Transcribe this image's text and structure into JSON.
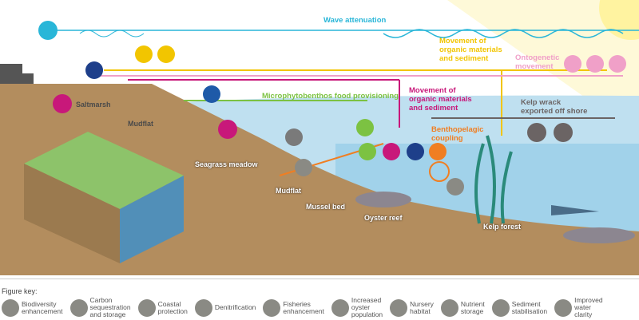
{
  "flows": {
    "wave": "Wave attenuation",
    "organic_yellow": "Movement of\norganic materials\nand sediment",
    "ontogenetic": "Ontogenetic\nmovement",
    "microphyto": "Microphytobenthos food provisioning",
    "organic_magenta": "Movement of\norganic materials\nand sediment",
    "kelp_wrack": "Kelp wrack\nexported off shore",
    "benthopelagic": "Benthopelagic\ncoupling"
  },
  "habitats": {
    "saltmarsh": "Saltmarsh",
    "mudflat1": "Mudflat",
    "seagrass": "Seagrass meadow",
    "mudflat2": "Mudflat",
    "mussel": "Mussel bed",
    "oyster": "Oyster reef",
    "kelp": "Kelp forest"
  },
  "colors": {
    "wave": "#29b6d8",
    "yellow": "#f2c500",
    "pink": "#f0a0c8",
    "green": "#7cc242",
    "magenta": "#c8187a",
    "gray": "#6b6464",
    "orange": "#f07e22",
    "navy": "#1e3f8a"
  },
  "key": {
    "title": "Figure key:",
    "items": [
      {
        "icon": "biodiversity-icon",
        "label": "Biodiversity\nenhancement"
      },
      {
        "icon": "carbon-icon",
        "label": "Carbon\nsequestration\nand storage"
      },
      {
        "icon": "coastal-protection-icon",
        "label": "Coastal\nprotection"
      },
      {
        "icon": "denitrification-icon",
        "label": "Denitrification"
      },
      {
        "icon": "fish-icon",
        "label": "Fisheries\nenhancement"
      },
      {
        "icon": "oyster-icon",
        "label": "Increased\noyster\npopulation"
      },
      {
        "icon": "nursery-icon",
        "label": "Nursery\nhabitat"
      },
      {
        "icon": "nutrient-icon",
        "label": "Nutrient\nstorage"
      },
      {
        "icon": "sediment-icon",
        "label": "Sediment\nstabilisation"
      },
      {
        "icon": "water-drop-icon",
        "label": "Improved\nwater\nclarity"
      }
    ]
  }
}
